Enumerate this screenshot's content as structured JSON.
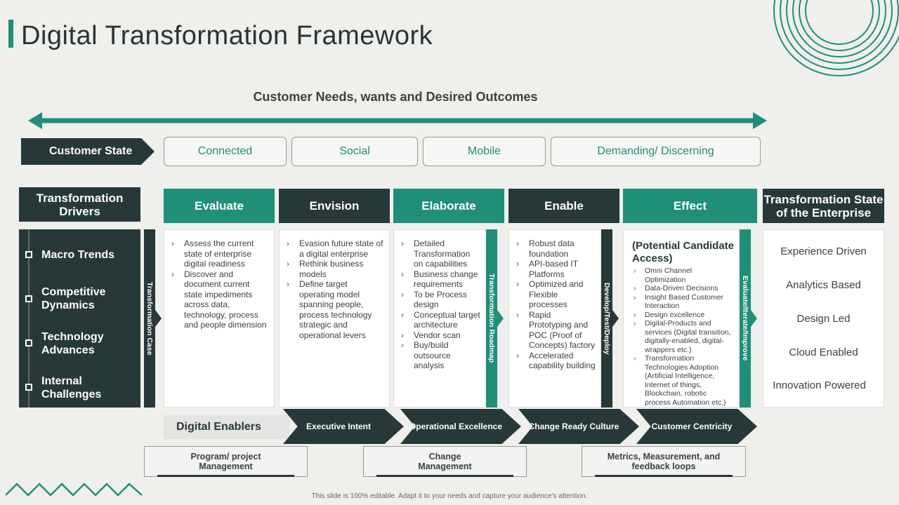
{
  "title": "Digital Transformation Framework",
  "header": "Customer Needs, wants and Desired Outcomes",
  "customer_state": {
    "label": "Customer State",
    "items": [
      "Connected",
      "Social",
      "Mobile",
      "Demanding/ Discerning"
    ]
  },
  "drivers": {
    "title": "Transformation Drivers",
    "items": [
      "Macro Trends",
      "Competitive Dynamics",
      "Technology Advances",
      "Internal Challenges"
    ]
  },
  "phases": [
    {
      "label": "Evaluate",
      "bullets": [
        "Assess the current state of enterprise digital readiness",
        "Discover and document current state impediments across data, technology, process and people dimension"
      ]
    },
    {
      "label": "Envision",
      "bullets": [
        "Evasion future state of a digital enterprise",
        "Rethink business models",
        "Define target operating model spanning people, process technology strategic and operational levers"
      ]
    },
    {
      "label": "Elaborate",
      "bullets": [
        "Detailed Transformation on capabilities",
        "Business change requirements",
        "To be Process design",
        "Conceptual target architecture",
        "Vendor scan",
        "Buy/build outsource analysis"
      ]
    },
    {
      "label": "Enable",
      "bullets": [
        "Robust data foundation",
        "API-based IT Platforms",
        "Optimized and Flexible processes",
        "Rapid Prototyping and POC (Proof of Concepts) factory",
        "Accelerated capability building"
      ]
    },
    {
      "label": "Effect",
      "subtitle": "(Potential Candidate Access)",
      "bullets": [
        "Omni Channel Optimization",
        "Data-Driven Decisions",
        "Insight Based Customer Interaction",
        "Design excellence",
        "Digital-Products and services (Digital transition, digitally-enabled, digital-wrappers etc.)",
        "Transformation Technologies Adoption (Artificial Intelligence, Internet of things, Blockchain, robotic process Automation etc.)"
      ]
    }
  ],
  "vertical_labels": [
    "Transformation Case",
    "Transformation Roadmap",
    "Develop/Test/Deploy",
    "Evaluate/Iterate/Improve"
  ],
  "state": {
    "title": "Transformation State of the Enterprise",
    "items": [
      "Experience Driven",
      "Analytics Based",
      "Design Led",
      "Cloud Enabled",
      "Innovation  Powered"
    ]
  },
  "enablers": {
    "label": "Digital Enablers",
    "chevrons": [
      "Executive Intent",
      "Operational Excellence",
      "Change Ready Culture",
      "Customer Centricity"
    ],
    "boxes": [
      "Program/ project Management",
      "Change Management",
      "Metrics, Measurement, and feedback loops"
    ]
  },
  "footer": "This slide is 100% editable. Adapt it to your needs and capture your audience's attention.",
  "colors": {
    "teal": "#1f8f78",
    "dark": "#263838",
    "background": "#efefec"
  }
}
